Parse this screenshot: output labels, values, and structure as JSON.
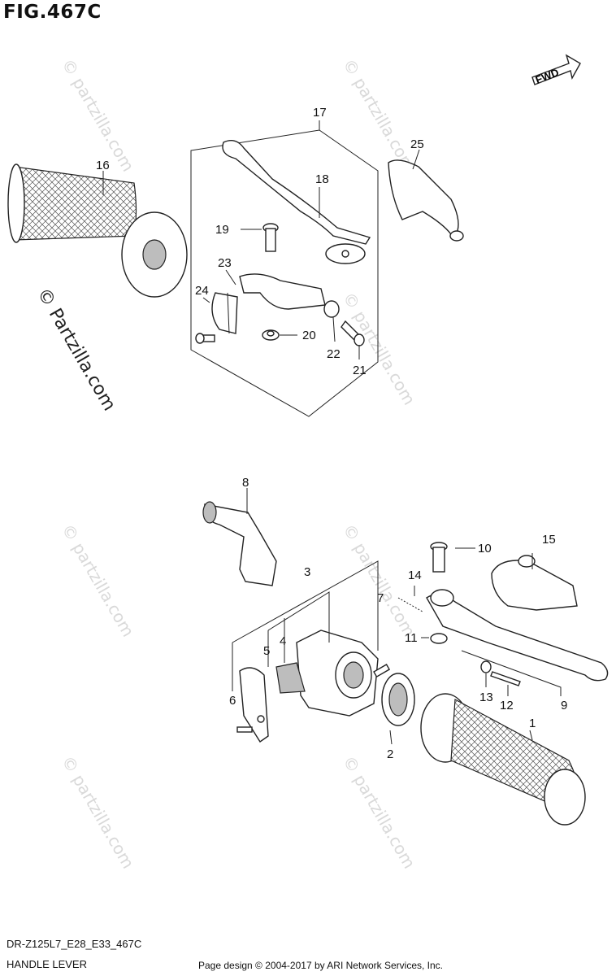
{
  "figure": {
    "title": "FIG.467C",
    "model_code": "DR-Z125L7_E28_E33_467C",
    "section": "HANDLE LEVER",
    "copyright": "Page design © 2004-2017 by ARI Network Services, Inc.",
    "fwd_label": "FWD"
  },
  "watermark": {
    "text": "© partzilla.com",
    "main_text": "© Partzilla.com"
  },
  "callouts": [
    {
      "id": "1",
      "label": "1"
    },
    {
      "id": "2",
      "label": "2"
    },
    {
      "id": "3",
      "label": "3"
    },
    {
      "id": "4",
      "label": "4"
    },
    {
      "id": "5",
      "label": "5"
    },
    {
      "id": "6",
      "label": "6"
    },
    {
      "id": "7",
      "label": "7"
    },
    {
      "id": "8",
      "label": "8"
    },
    {
      "id": "9",
      "label": "9"
    },
    {
      "id": "10",
      "label": "10"
    },
    {
      "id": "11",
      "label": "11"
    },
    {
      "id": "12",
      "label": "12"
    },
    {
      "id": "13",
      "label": "13"
    },
    {
      "id": "14",
      "label": "14"
    },
    {
      "id": "15",
      "label": "15"
    },
    {
      "id": "16",
      "label": "16"
    },
    {
      "id": "17",
      "label": "17"
    },
    {
      "id": "18",
      "label": "18"
    },
    {
      "id": "19",
      "label": "19"
    },
    {
      "id": "20",
      "label": "20"
    },
    {
      "id": "21",
      "label": "21"
    },
    {
      "id": "22",
      "label": "22"
    },
    {
      "id": "23",
      "label": "23"
    },
    {
      "id": "24",
      "label": "24"
    },
    {
      "id": "25",
      "label": "25"
    }
  ]
}
